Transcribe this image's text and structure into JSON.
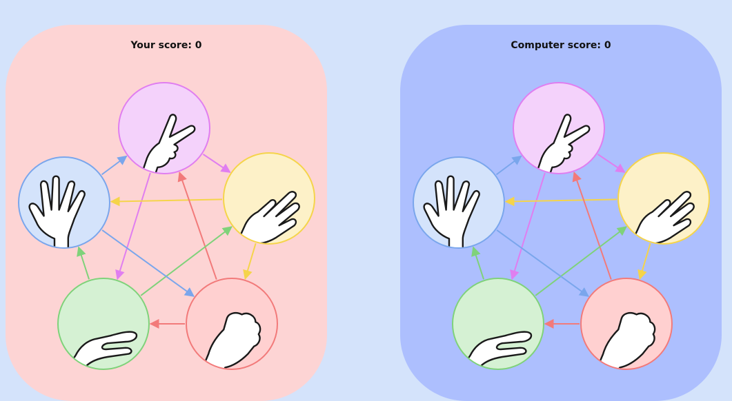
{
  "player": {
    "score_label": "Your score:",
    "score_value": "0",
    "panel_color": "#fdd4d4"
  },
  "computer": {
    "score_label": "Computer score:",
    "score_value": "0",
    "panel_color": "#adbffe"
  },
  "page_background": "#d4e3fb",
  "choices": [
    {
      "id": "scissors",
      "icon": "scissors-hand-icon",
      "fill": "#f4d2fb",
      "stroke": "#e07ef0"
    },
    {
      "id": "paper",
      "icon": "paper-hand-icon",
      "fill": "#fdf1c8",
      "stroke": "#f5d44a"
    },
    {
      "id": "rock",
      "icon": "rock-hand-icon",
      "fill": "#ffd0d0",
      "stroke": "#f27a7a"
    },
    {
      "id": "lizard",
      "icon": "lizard-hand-icon",
      "fill": "#d5f1d3",
      "stroke": "#7fd27a"
    },
    {
      "id": "spock",
      "icon": "spock-hand-icon",
      "fill": "#d4e3fb",
      "stroke": "#7aa6ec"
    }
  ]
}
